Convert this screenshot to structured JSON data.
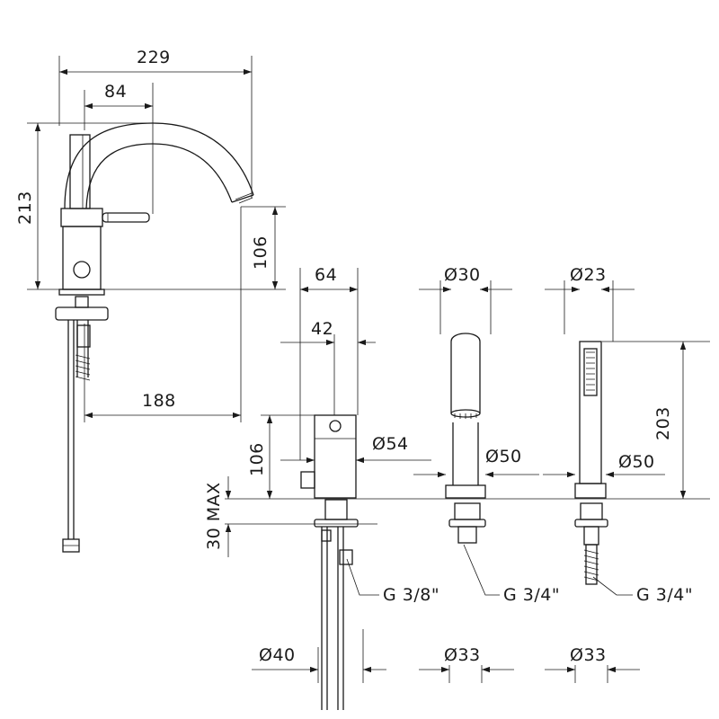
{
  "dimensions": {
    "spout_projection": "229",
    "handle_offset": "84",
    "mixer_height": "213",
    "spout_outlet_height": "106",
    "spout_to_diverter": "188",
    "diverter_width": "64",
    "diverter_lever_offset": "42",
    "diverter_height": "106",
    "diverter_diameter": "Ø54",
    "deck_thickness": "30 MAX",
    "diverter_thread": "G 3/8\"",
    "diverter_hole": "Ø40",
    "spout_diameter": "Ø30",
    "spout_base_diameter": "Ø50",
    "spout_thread": "G 3/4\"",
    "spout_hole": "Ø33",
    "shower_diameter": "Ø23",
    "shower_height": "203",
    "shower_base_diameter": "Ø50",
    "shower_thread": "G  3/4\"",
    "shower_hole": "Ø33"
  }
}
